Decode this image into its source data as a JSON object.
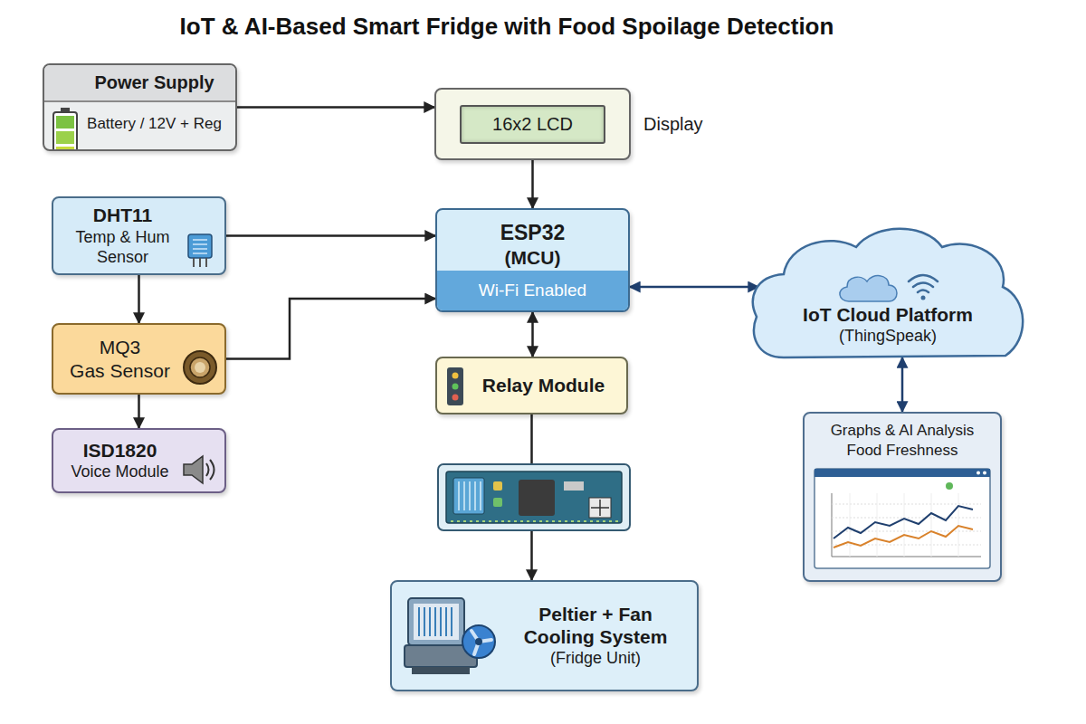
{
  "diagram": {
    "title": "IoT & AI-Based Smart Fridge with Food Spoilage Detection",
    "nodes": [
      {
        "text": [
          "Power Supply",
          "Battery / 12V + Reg"
        ]
      },
      {
        "text": [
          "16x2 LCD",
          "Display"
        ]
      },
      {
        "text": [
          "DHT11",
          "Temp & Hum Sensor"
        ]
      },
      {
        "text": [
          "ESP32",
          "(MCU)",
          "Wi-Fi Enabled"
        ]
      },
      {
        "text": [
          "IoT Cloud Platform",
          "(ThingSpeak)"
        ]
      },
      {
        "text": [
          "MQ3",
          "Gas Sensor"
        ]
      },
      {
        "text": [
          "Relay Module"
        ]
      },
      {
        "text": [
          "ISD1820",
          "Voice Module"
        ]
      },
      {
        "text": [
          "Graphs & AI Analysis Food Freshness"
        ]
      },
      {
        "text": [
          "Peltier + Fan Cooling System",
          "(Fridge Unit)"
        ]
      }
    ],
    "edges": [
      {
        "from": 0,
        "to": 1,
        "arrow": "to"
      },
      {
        "from": 1,
        "to": 3,
        "arrow": "to"
      },
      {
        "from": 2,
        "to": 3,
        "arrow": "to"
      },
      {
        "from": 2,
        "to": 5,
        "arrow": "to"
      },
      {
        "from": 5,
        "to": 3,
        "arrow": "to"
      },
      {
        "from": 5,
        "to": 7,
        "arrow": "to"
      },
      {
        "from": 3,
        "to": 6,
        "arrow": "both"
      },
      {
        "from": 3,
        "to": 4,
        "arrow": "both"
      },
      {
        "from": 4,
        "to": 8,
        "arrow": "both"
      },
      {
        "from": 6,
        "to": 9,
        "arrow": "to"
      }
    ]
  }
}
